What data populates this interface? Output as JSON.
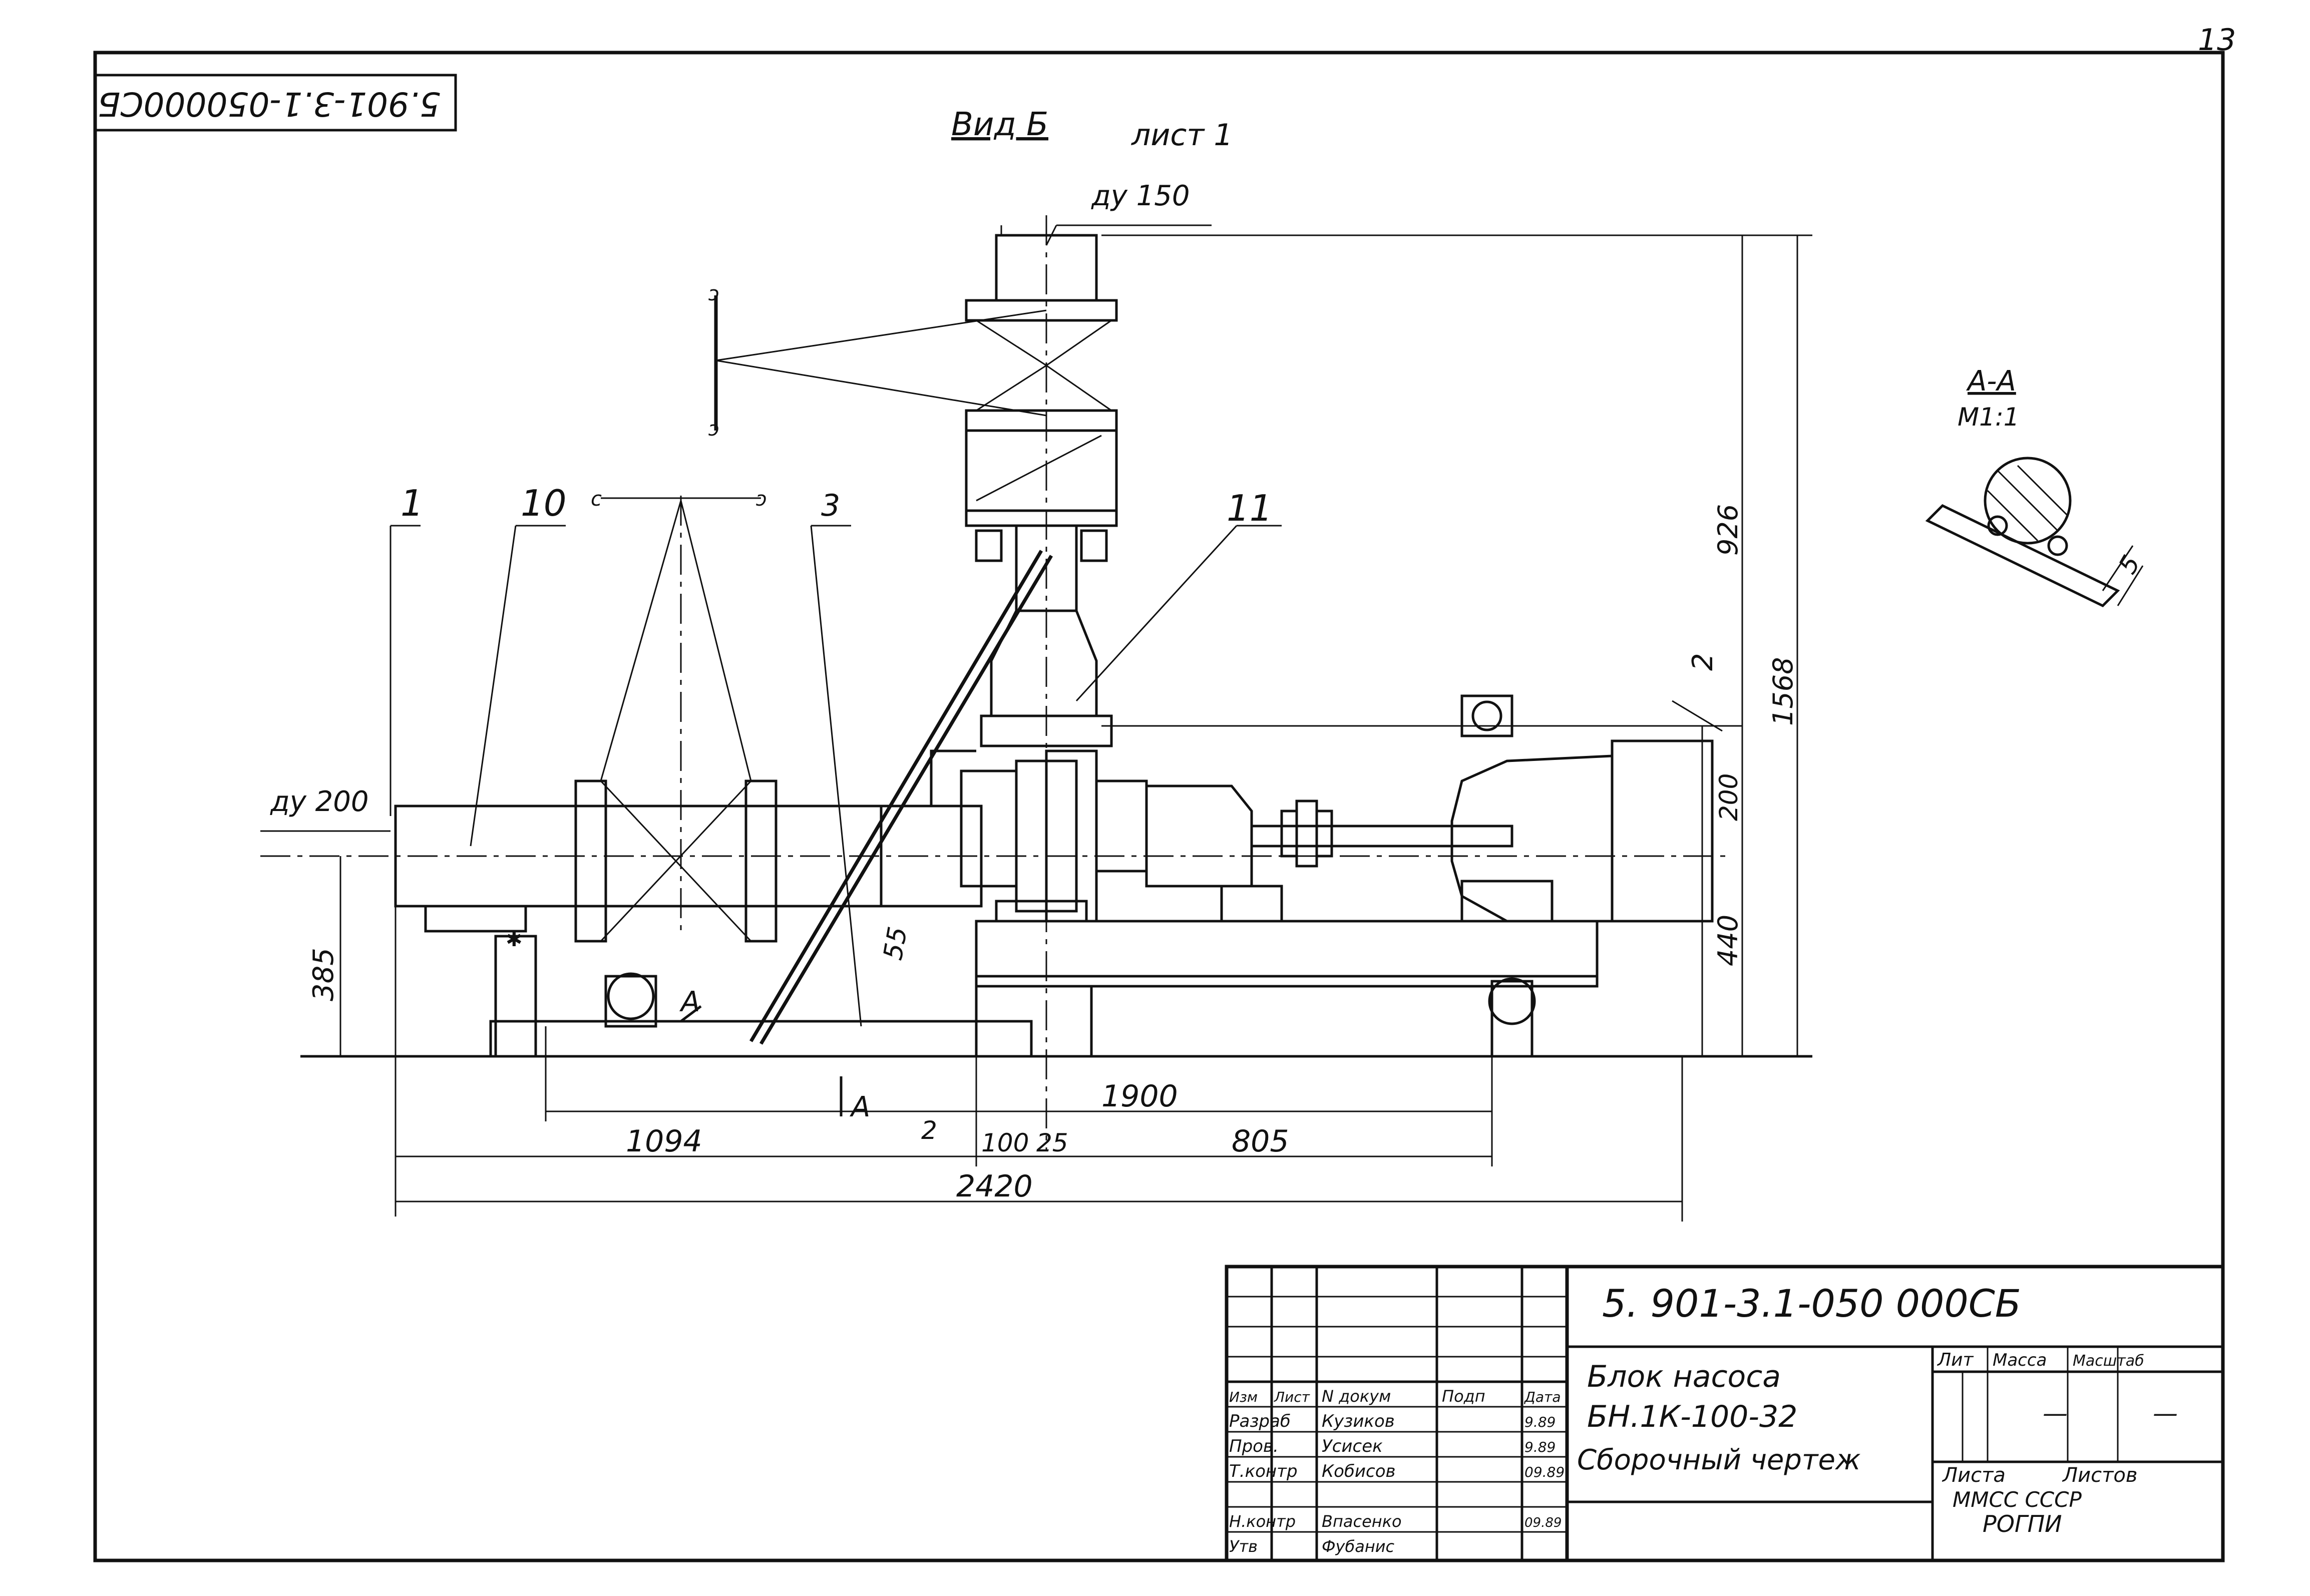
{
  "page_number": "13",
  "stamp_rotated": "5.901-3.1-050000СБ",
  "view_title": "Вид Б",
  "view_sheet": "лист 1",
  "section": {
    "title": "А-А",
    "scale": "М1:1",
    "weld": "5"
  },
  "labels": {
    "du150": "ду 150",
    "du200": "ду 200",
    "pos1": "1",
    "pos10": "10",
    "pos3": "3",
    "pos11": "11",
    "pos2a": "2",
    "pos2b": "2",
    "secA_top": "А",
    "secA_bottom": "А"
  },
  "dimensions": {
    "d926": "926",
    "d1568": "1568",
    "d200": "200",
    "d440": "440",
    "d385": "385",
    "d55": "55",
    "d1900": "1900",
    "d1094": "1094",
    "d100": "100",
    "d25": "25",
    "d805": "805",
    "d2420": "2420"
  },
  "title_block": {
    "designation": "5. 901-3.1-050 000СБ",
    "name_line1": "Блок насоса",
    "name_line2": "БН.1К-100-32",
    "name_line3": "Сборочный чертеж",
    "col_headers": [
      "Изм",
      "Лист",
      "N докум",
      "Подп",
      "Дата"
    ],
    "rows": [
      [
        "Разраб",
        "Кузиков",
        "",
        "9.89"
      ],
      [
        "Пров.",
        "Усисек",
        "",
        "9.89"
      ],
      [
        "Т.контр",
        "Кобисов",
        "",
        "09.89"
      ],
      [
        "Н.контр",
        "Впасенко",
        "",
        "09.89"
      ],
      [
        "Утв",
        "Фубанис",
        "",
        ""
      ]
    ],
    "lit_header": "Лит",
    "mass_header": "Масса",
    "scale_header": "Масштаб",
    "mass_value": "—",
    "scale_value": "—",
    "sheet_label": "Листа",
    "sheets_label": "Листов",
    "org_line1": "ММСС СССР",
    "org_line2": "РОГПИ"
  }
}
